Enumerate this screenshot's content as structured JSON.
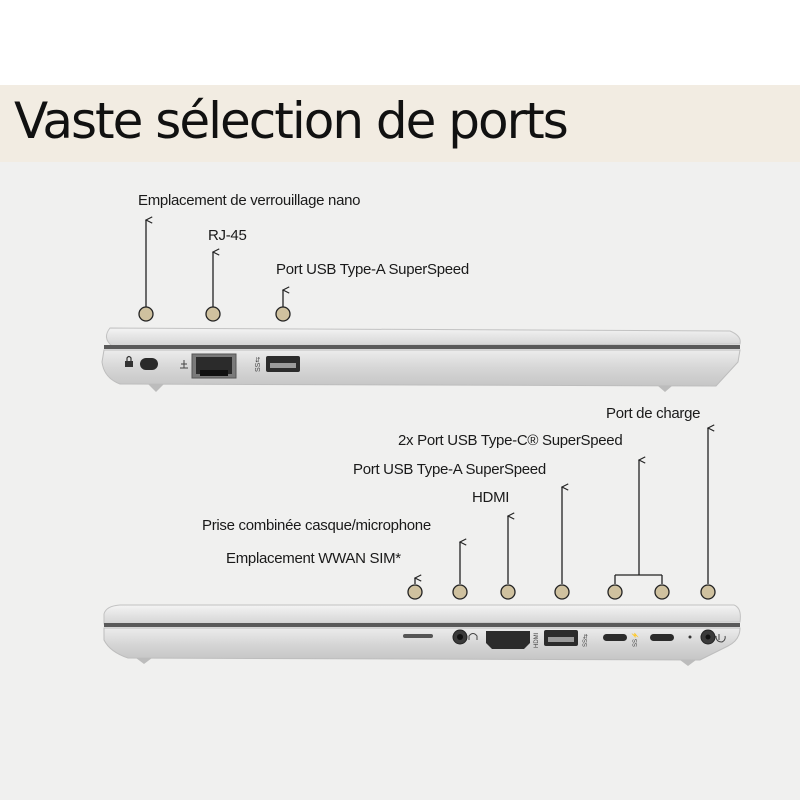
{
  "title": "Vaste sélection de ports",
  "left_side": {
    "labels": {
      "nano_lock": "Emplacement de verrouillage nano",
      "rj45": "RJ-45",
      "usb_a": "Port USB Type-A SuperSpeed"
    }
  },
  "right_side": {
    "labels": {
      "charge": "Port de charge",
      "usb_c": "2x Port USB Type-C® SuperSpeed",
      "usb_a": "Port USB Type-A SuperSpeed",
      "hdmi": "HDMI",
      "audio": "Prise combinée casque/microphone",
      "wwan": "Emplacement WWAN SIM*"
    }
  },
  "colors": {
    "title_band": "#f2ece2",
    "background": "#f0f0ef",
    "callout_dot": "#cfc19f",
    "laptop_silver": "#dcdcdc"
  }
}
